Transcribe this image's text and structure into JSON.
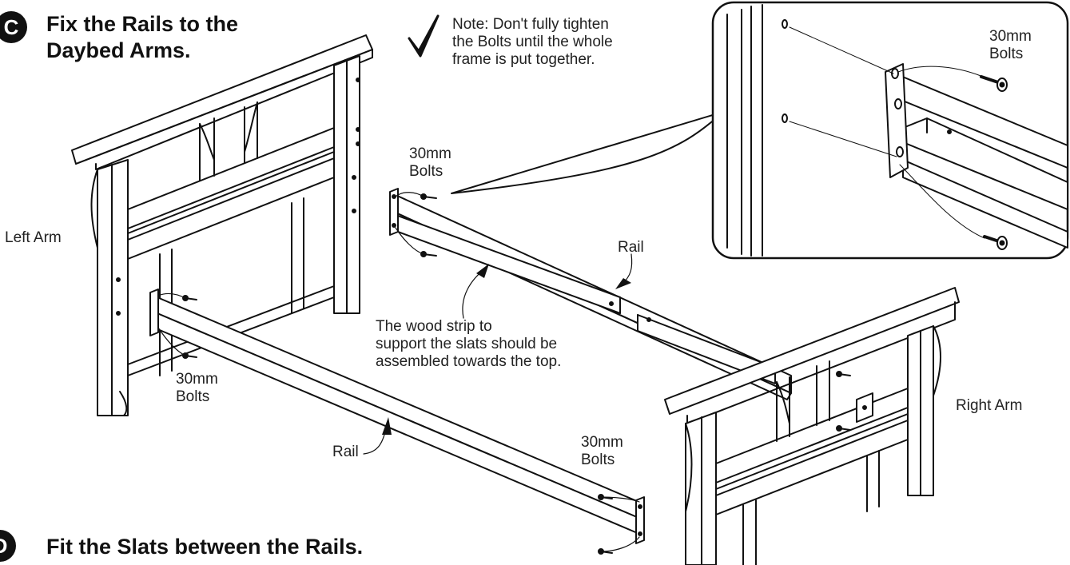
{
  "steps": [
    {
      "letter": "C",
      "title_line1": "Fix the Rails to the",
      "title_line2": "Daybed Arms."
    },
    {
      "letter": "D",
      "title": "Fit the Slats between the Rails."
    }
  ],
  "note": {
    "line1": "Note: Don't fully tighten",
    "line2": "the Bolts until the whole",
    "line3": "frame is put together."
  },
  "labels": {
    "left_arm": "Left Arm",
    "right_arm": "Right Arm",
    "rail_upper": "Rail",
    "rail_lower": "Rail",
    "bolts_size": "30mm",
    "bolts_word": "Bolts",
    "wood_strip_line1": "The wood strip to",
    "wood_strip_line2": "support the slats should be",
    "wood_strip_line3": "assembled towards the top."
  },
  "icons": {
    "note": "checkmark-icon"
  },
  "colors": {
    "line": "#111111",
    "text": "#222222",
    "badge": "#111111"
  }
}
